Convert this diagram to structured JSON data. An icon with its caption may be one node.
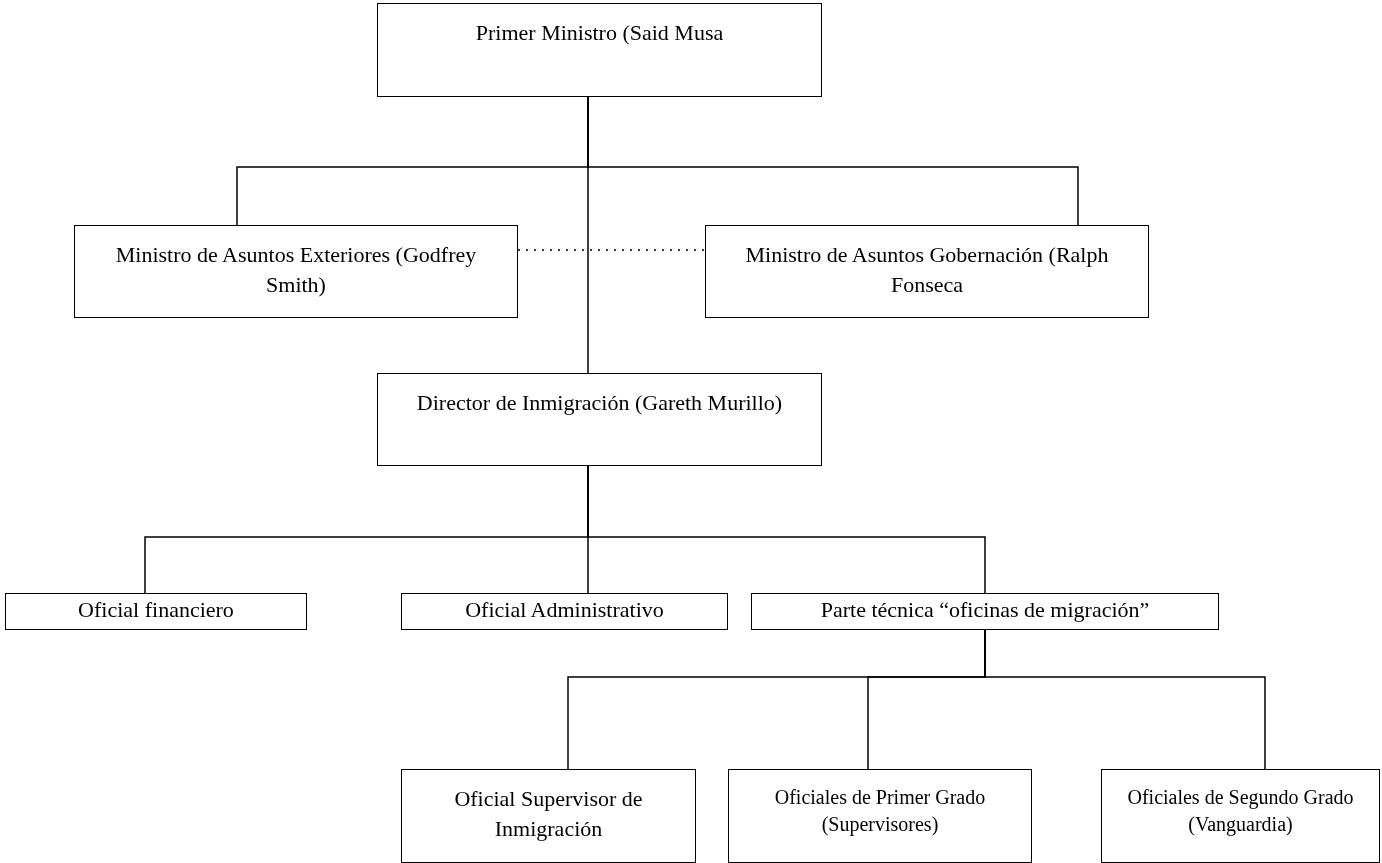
{
  "diagram": {
    "nodes": [
      {
        "text": [
          "Primer Ministro (Said Musa"
        ]
      },
      {
        "text": [
          "Ministro de Asuntos Exteriores (Godfrey Smith)"
        ]
      },
      {
        "text": [
          "Ministro de Asuntos Gobernación (Ralph Fonseca"
        ]
      },
      {
        "text": [
          "Director de Inmigración (Gareth Murillo)"
        ]
      },
      {
        "text": [
          "Oficial financiero"
        ]
      },
      {
        "text": [
          "Oficial Administrativo"
        ]
      },
      {
        "text": [
          "Parte técnica “oficinas de migración”"
        ]
      },
      {
        "text": [
          "Oficial Supervisor de Inmigración"
        ]
      },
      {
        "text": [
          "Oficiales de Primer Grado (Supervisores)"
        ]
      },
      {
        "text": [
          "Oficiales de Segundo Grado (Vanguardia)"
        ]
      }
    ],
    "edges": [
      {
        "from": 0,
        "to": 1,
        "arrow": "none"
      },
      {
        "from": 0,
        "to": 3,
        "arrow": "none"
      },
      {
        "from": 0,
        "to": 2,
        "arrow": "none"
      },
      {
        "from": 1,
        "to": 2,
        "arrow": "none",
        "style": "dashed"
      },
      {
        "from": 3,
        "to": 4,
        "arrow": "none"
      },
      {
        "from": 3,
        "to": 5,
        "arrow": "none"
      },
      {
        "from": 3,
        "to": 6,
        "arrow": "none"
      },
      {
        "from": 6,
        "to": 7,
        "arrow": "none"
      },
      {
        "from": 6,
        "to": 8,
        "arrow": "none"
      },
      {
        "from": 6,
        "to": 9,
        "arrow": "none"
      }
    ]
  }
}
